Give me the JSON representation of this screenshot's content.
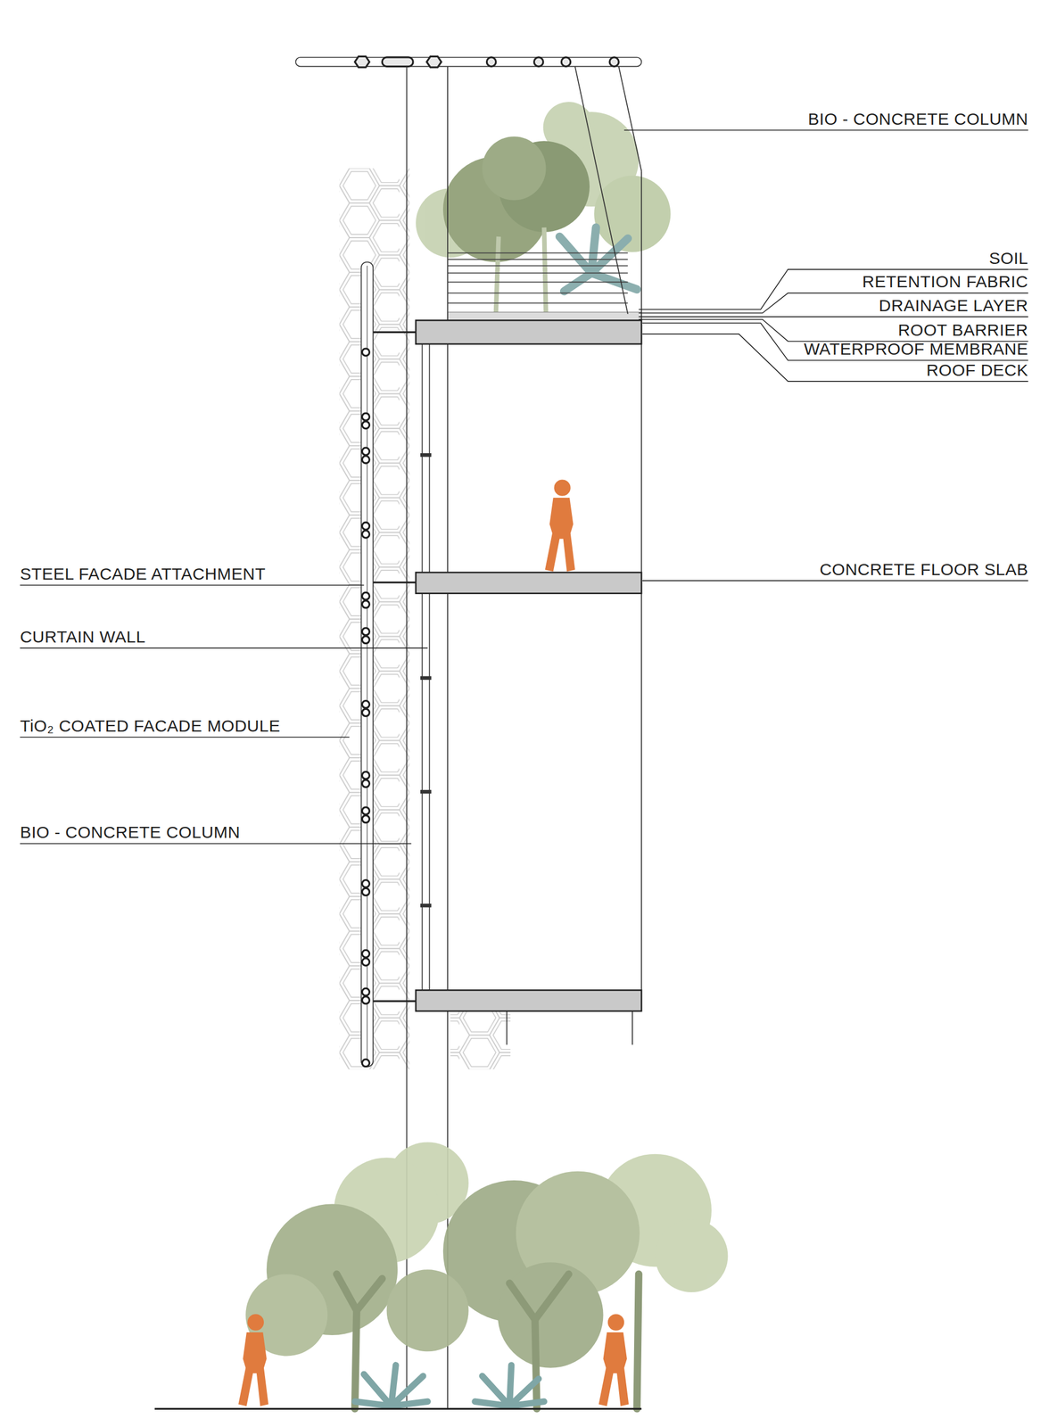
{
  "diagram": {
    "labels": [
      "BIO - CONCRETE COLUMN",
      "SOIL",
      "RETENTION FABRIC",
      "DRAINAGE LAYER",
      "ROOT BARRIER",
      "WATERPROOF MEMBRANE",
      "ROOF DECK",
      "STEEL FACADE ATTACHMENT",
      "CONCRETE FLOOR SLAB",
      "CURTAIN WALL",
      "TiO₂ COATED FACADE MODULE",
      "BIO - CONCRETE COLUMN"
    ]
  }
}
